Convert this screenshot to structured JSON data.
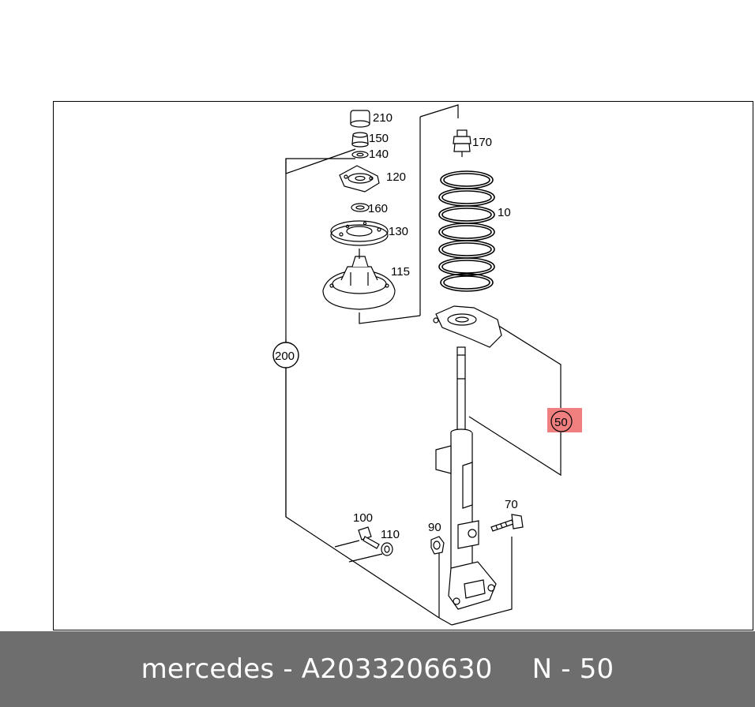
{
  "diagram": {
    "callouts": {
      "p210": "210",
      "p150": "150",
      "p140": "140",
      "p120": "120",
      "p160": "160",
      "p130": "130",
      "p115": "115",
      "p170": "170",
      "p10": "10",
      "p200": "200",
      "p50": "50",
      "p100": "100",
      "p110": "110",
      "p90": "90",
      "p70": "70"
    },
    "highlight_color": "#f08080"
  },
  "footer": {
    "brand": "mercedes",
    "sep1": "-",
    "part_number": "A2033206630",
    "n_label": "N",
    "sep2": "-",
    "position": "50"
  }
}
